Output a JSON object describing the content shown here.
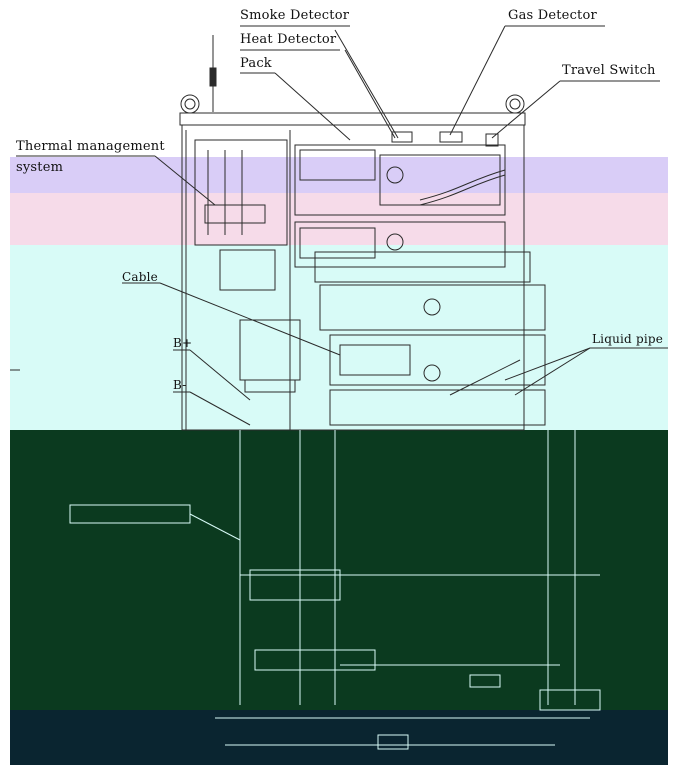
{
  "labels": {
    "smoke_detector": "Smoke Detector",
    "heat_detector": "Heat Detector",
    "pack": "Pack",
    "gas_detector": "Gas Detector",
    "travel_switch": "Travel Switch",
    "thermal_line1": "Thermal management",
    "thermal_line2": "system",
    "cable": "Cable",
    "b_plus": "B+",
    "b_minus": "B-",
    "liquid_pipe": "Liquid pipe"
  },
  "colors": {
    "line": "#2b2b2b",
    "band_lavender": "#d9cdf7",
    "band_pink": "#f6dbe9",
    "band_cyan": "#d8fbf7",
    "band_dark_green": "#0b3a1f",
    "band_dark_blue": "#0a2530"
  }
}
